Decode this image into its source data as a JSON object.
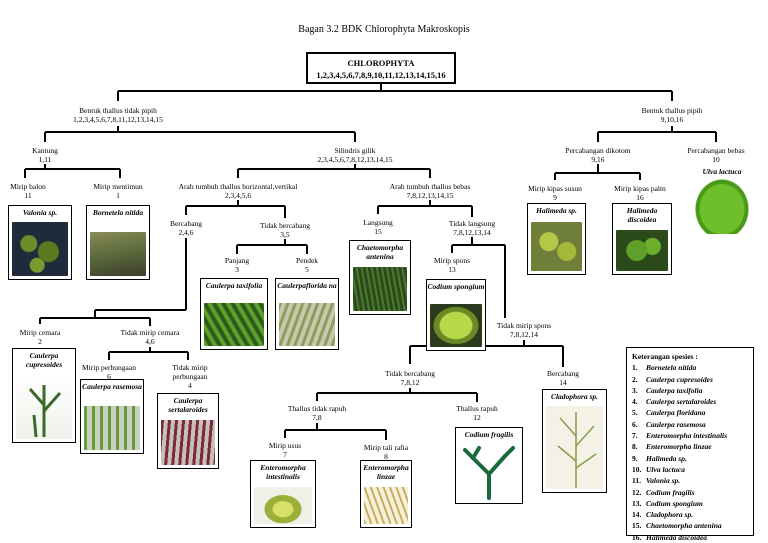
{
  "title": "Bagan 3.2 BDK Chlorophyta Makroskopis",
  "root": {
    "name": "CHLOROPHYTA",
    "nums": "1,2,3,4,5,6,7,8,9,10,11,12,13,14,15,16"
  },
  "nodes": {
    "bentuk_tidak_pipih": {
      "label": "Bentuk thallus tidak pipih",
      "nums": "1,2,3,4,5,6,7,8,11,12,13,14,15"
    },
    "bentuk_pipih": {
      "label": "Bentuk thallus pipih",
      "nums": "9,10,16"
    },
    "kantung": {
      "label": "Kantung",
      "nums": "1,11"
    },
    "silindris": {
      "label": "Silindris gilik",
      "nums": "2,3,4,5,6,7,8,12,13,14,15"
    },
    "percabangan_dikotom": {
      "label": "Percabangan dikotom",
      "nums": "9,16"
    },
    "percabangan_bebas": {
      "label": "Percabangan bebas",
      "nums": "10"
    },
    "mirip_balon": {
      "label": "Mirip balon",
      "nums": "11"
    },
    "mirip_mentimun": {
      "label": "Mirip mentimun",
      "nums": "1"
    },
    "arah_horizontal": {
      "label": "Arah tumbuh thallus horizontal,vertikal",
      "nums": "2,3,4,5,6"
    },
    "arah_bebas": {
      "label": "Arah tumbuh thallus bebas",
      "nums": "7,8,12,13,14,15"
    },
    "mirip_kipas_susun": {
      "label": "Mirip kipas susun",
      "nums": "9"
    },
    "mirip_kipas_palm": {
      "label": "Mirip kipas palm",
      "nums": "16"
    },
    "bercabang_246": {
      "label": "Bercabang",
      "nums": "2,4,6"
    },
    "tidak_bercabang": {
      "label": "Tidak bercabang",
      "nums": "3,5"
    },
    "langsung": {
      "label": "Langsung",
      "nums": "15"
    },
    "tidak_langsung": {
      "label": "Tidak langsung",
      "nums": "7,8,12,13,14"
    },
    "panjang": {
      "label": "Panjang",
      "nums": "3"
    },
    "pendek": {
      "label": "Pendek",
      "nums": "5"
    },
    "mirip_spons": {
      "label": "Mirip spons",
      "nums": "13"
    },
    "mirip_cemara": {
      "label": "Mirip cemara",
      "nums": "2"
    },
    "tidak_mirip_cemara": {
      "label": "Tidak mirip cemara",
      "nums": "4,6"
    },
    "tidak_mirip_spons": {
      "label": "Tidak mirip spons",
      "nums": "7,8,12,14"
    },
    "mirip_perbungaan": {
      "label": "Mirip perbungaan",
      "nums": "6"
    },
    "tidak_mirip_perbungaan": {
      "label": "Tidak mirip perbungaan",
      "nums": "4"
    },
    "tidak_bercabang_7812": {
      "label": "Tidak bercabang",
      "nums": "7,8,12"
    },
    "bercabang_14": {
      "label": "Bercabang",
      "nums": "14"
    },
    "thallus_tidak_rapuh": {
      "label": "Thallus tidak rapuh",
      "nums": "7,8"
    },
    "thallus_rapuh": {
      "label": "Thallus rapuh",
      "nums": "12"
    },
    "mirip_usus": {
      "label": "Mirip usus",
      "nums": "7"
    },
    "mirip_tali_rafia": {
      "label": "Mirip tali rafia",
      "nums": "8"
    }
  },
  "species_cards": {
    "valonia": "Valonia sp.",
    "bornetela": "Bornetela nitida",
    "halimeda_sp": "Halimeda sp.",
    "halimeda_discoidea": "Halimeda discoidea",
    "ulva": "Ulva lactuca",
    "chaetomorpha": "Chaetomorpha antenina",
    "caulerpa_taxifolia": "Caulerpa taxifolia",
    "caulerpa_floridana": "Caulerpaflorida na",
    "codium_spongium": "Codium spongium",
    "caulerpa_cupresoides": "Caulerpa cupresoides",
    "caulerpa_rasemosa": "Caulerpa rasemosa",
    "caulerpa_sertalaroides": "Caulerpa sertalaroides",
    "cladophora": "Cladophora sp.",
    "codium_fragilis": "Codium fragilis",
    "enteromorpha_intestinalis": "Enteromorpha intestinalis",
    "enteromorpha_linzae": "Enteromorpha linzae"
  },
  "legend": {
    "title": "Keterangan spesies :",
    "items": [
      {
        "n": "1.",
        "name": "Bornetela nitida"
      },
      {
        "n": "2.",
        "name": "Caulerpa cupresoides"
      },
      {
        "n": "3.",
        "name": "Caulerpa taxifolia"
      },
      {
        "n": "4.",
        "name": "Caulerpa sertalaroides"
      },
      {
        "n": "5.",
        "name": "Caulerpa floridana"
      },
      {
        "n": "6.",
        "name": "Caulerpa rasemosa"
      },
      {
        "n": "7.",
        "name": "Enteromorpha intestinalis"
      },
      {
        "n": "8.",
        "name": "Enteromorpha linzae"
      },
      {
        "n": "9.",
        "name": "Halimeda sp."
      },
      {
        "n": "10.",
        "name": "Ulva lactuca"
      },
      {
        "n": "11.",
        "name": "Valonia sp."
      },
      {
        "n": "12.",
        "name": "Codium fragilis"
      },
      {
        "n": "13.",
        "name": "Codium spongium"
      },
      {
        "n": "14.",
        "name": "Cladophora sp."
      },
      {
        "n": "15.",
        "name": "Chaetomorpha antenina"
      },
      {
        "n": "16.",
        "name": "Halimeda discoidea"
      }
    ]
  }
}
